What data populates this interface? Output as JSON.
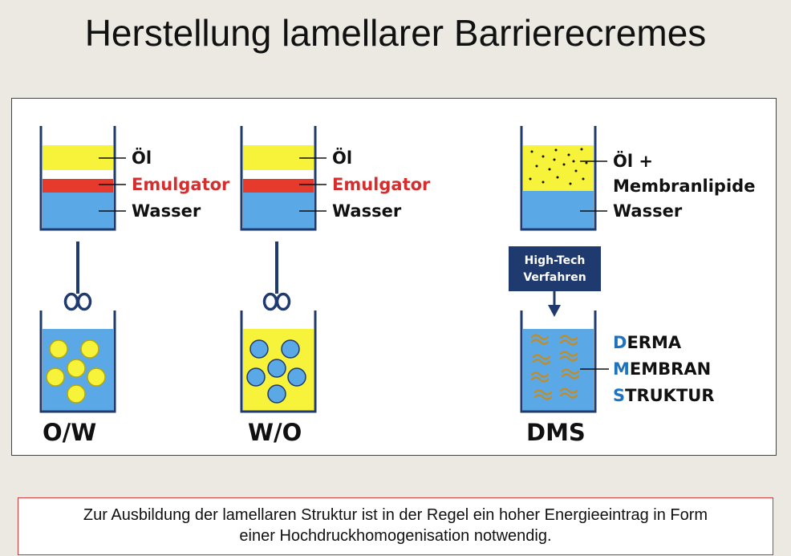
{
  "title": "Herstellung lamellarer Barrierecremes",
  "colors": {
    "oil": "#f7f23a",
    "water": "#5aa9e6",
    "emulsifier": "#e63a2c",
    "accent_blue": "#1e73c0",
    "box_navy": "#1f3a6e",
    "lipid_wave": "#c98a1a"
  },
  "ow": {
    "label_oil": "Öl",
    "label_emulsifier": "Emulgator",
    "label_water": "Wasser",
    "bottom_label": "O/W"
  },
  "wo": {
    "label_oil": "Öl",
    "label_emulsifier": "Emulgator",
    "label_water": "Wasser",
    "bottom_label": "W/O"
  },
  "dms": {
    "label_oil_line1": "Öl +",
    "label_oil_line2": "Membranlipide",
    "label_water": "Wasser",
    "process_line1": "High-Tech",
    "process_line2": "Verfahren",
    "bottom_label": "DMS",
    "acronym": [
      {
        "initial": "D",
        "rest": "ERMA"
      },
      {
        "initial": "M",
        "rest": "EMBRAN"
      },
      {
        "initial": "S",
        "rest": "TRUKTUR"
      }
    ]
  },
  "note": {
    "line1": "Zur Ausbildung der lamellaren Struktur ist in der Regel ein hoher Energieeintrag in Form",
    "line2": "einer Hochdruckhomogenisation notwendig."
  }
}
